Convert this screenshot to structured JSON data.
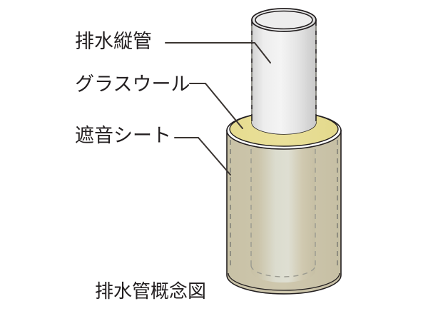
{
  "figure": {
    "caption": "排水管概念図",
    "background_color": "#ffffff",
    "line_color": "#231f20"
  },
  "labels": [
    {
      "id": "drain-pipe",
      "text": "排水縦管",
      "leader": "horizontal-then-diagonal-down-right",
      "target": "inner-vertical-pipe"
    },
    {
      "id": "glass-wool",
      "text": "グラスウール",
      "leader": "horizontal-then-diagonal-down-right",
      "target": "glass-wool-annulus"
    },
    {
      "id": "sound-insulation-sheet",
      "text": "遮音シート",
      "leader": "horizontal-then-diagonal-down-right",
      "target": "outer-sheet-cylinder"
    }
  ],
  "parts": {
    "inner_pipe": {
      "name": "排水縦管",
      "fill_light": "#f3f3f3",
      "fill_dark": "#cfcfcf",
      "outline": "#231f20"
    },
    "glass_wool": {
      "name": "グラスウール",
      "fill": "#e8de94",
      "outline": "#231f20"
    },
    "sheet": {
      "name": "遮音シート",
      "fill_edge": "#cbc4a9",
      "fill_center": "#e2e2d6",
      "outline": "#231f20",
      "hidden_line_style": "dashed"
    }
  }
}
